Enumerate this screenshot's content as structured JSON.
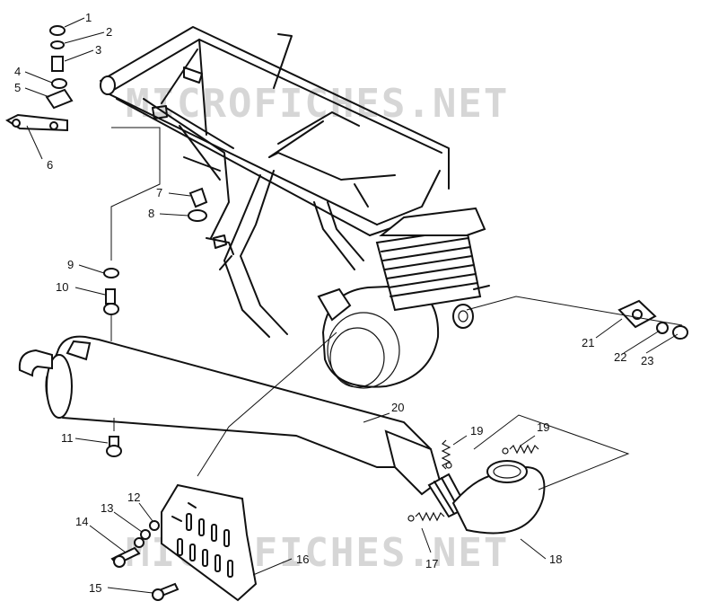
{
  "watermark": "MICROFICHES.NET",
  "callouts": [
    "1",
    "2",
    "3",
    "4",
    "5",
    "6",
    "7",
    "8",
    "9",
    "10",
    "11",
    "12",
    "13",
    "14",
    "15",
    "16",
    "17",
    "18",
    "19",
    "19",
    "20",
    "21",
    "22",
    "23"
  ]
}
